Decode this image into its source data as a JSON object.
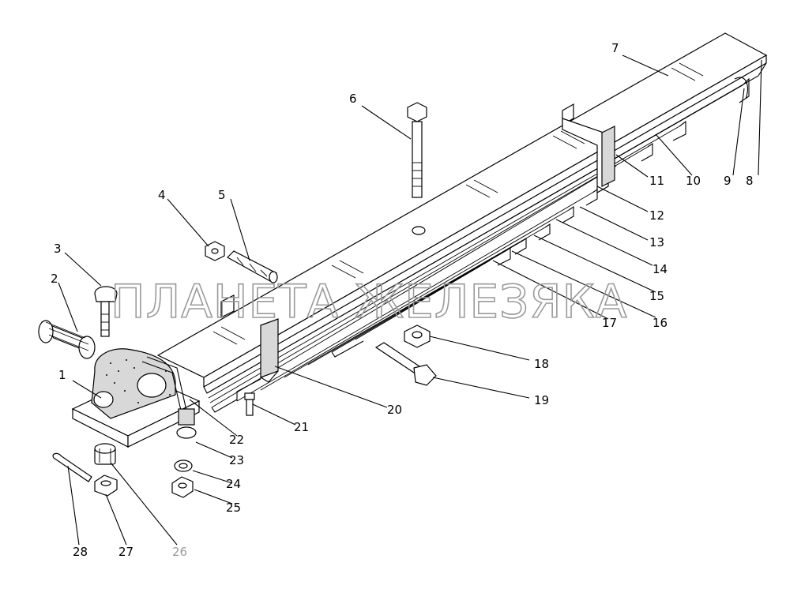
{
  "watermark": "ПЛАНЕТА ЖЕЛЕЗЯКА",
  "callouts": [
    {
      "id": "1",
      "label": "1"
    },
    {
      "id": "2",
      "label": "2"
    },
    {
      "id": "3",
      "label": "3"
    },
    {
      "id": "4",
      "label": "4"
    },
    {
      "id": "5",
      "label": "5"
    },
    {
      "id": "6",
      "label": "6"
    },
    {
      "id": "7",
      "label": "7"
    },
    {
      "id": "8",
      "label": "8"
    },
    {
      "id": "9",
      "label": "9"
    },
    {
      "id": "10",
      "label": "10"
    },
    {
      "id": "11",
      "label": "11"
    },
    {
      "id": "12",
      "label": "12"
    },
    {
      "id": "13",
      "label": "13"
    },
    {
      "id": "14",
      "label": "14"
    },
    {
      "id": "15",
      "label": "15"
    },
    {
      "id": "16",
      "label": "16"
    },
    {
      "id": "17",
      "label": "17"
    },
    {
      "id": "18",
      "label": "18"
    },
    {
      "id": "19",
      "label": "19"
    },
    {
      "id": "20",
      "label": "20"
    },
    {
      "id": "21",
      "label": "21"
    },
    {
      "id": "22",
      "label": "22"
    },
    {
      "id": "23",
      "label": "23"
    },
    {
      "id": "24",
      "label": "24"
    },
    {
      "id": "25",
      "label": "25"
    },
    {
      "id": "26",
      "label": "26"
    },
    {
      "id": "27",
      "label": "27"
    },
    {
      "id": "28",
      "label": "28"
    }
  ]
}
